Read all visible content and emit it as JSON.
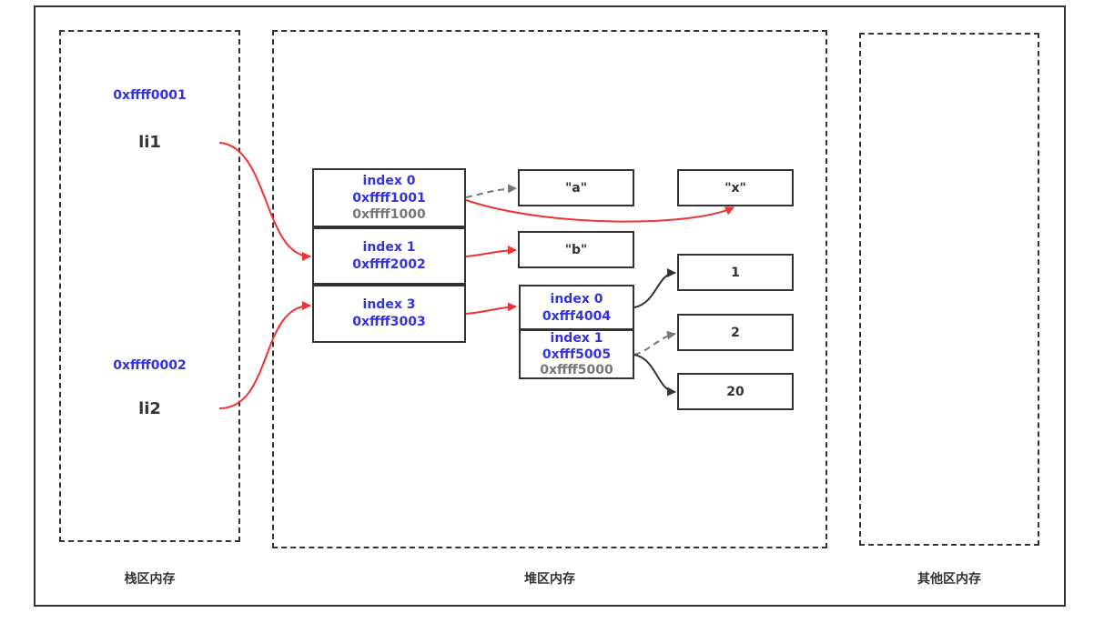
{
  "regions": {
    "stack_label": "栈区内存",
    "heap_label": "堆区内存",
    "other_label": "其他区内存"
  },
  "stack": {
    "li1": {
      "address": "0xffff0001",
      "name": "li1"
    },
    "li2": {
      "address": "0xffff0002",
      "name": "li2"
    }
  },
  "outer_list": [
    {
      "index": "index 0",
      "address": "0xffff1001",
      "old_address": "0xffff1000"
    },
    {
      "index": "index 1",
      "address": "0xffff2002"
    },
    {
      "index": "index 3",
      "address": "0xffff3003"
    }
  ],
  "inner_list": [
    {
      "index": "index 0",
      "address": "0xfff4004"
    },
    {
      "index": "index 1",
      "address": "0xfff5005",
      "old_address": "0xffff5000"
    }
  ],
  "values": {
    "a": "\"a\"",
    "b": "\"b\"",
    "x": "\"x\"",
    "one": "1",
    "two": "2",
    "twenty": "20"
  },
  "colors": {
    "address_blue": "#3333dd",
    "old_address_gray": "#777777",
    "arrow_red": "#ee3333",
    "arrow_gray": "#777777",
    "arrow_dark": "#333333"
  }
}
